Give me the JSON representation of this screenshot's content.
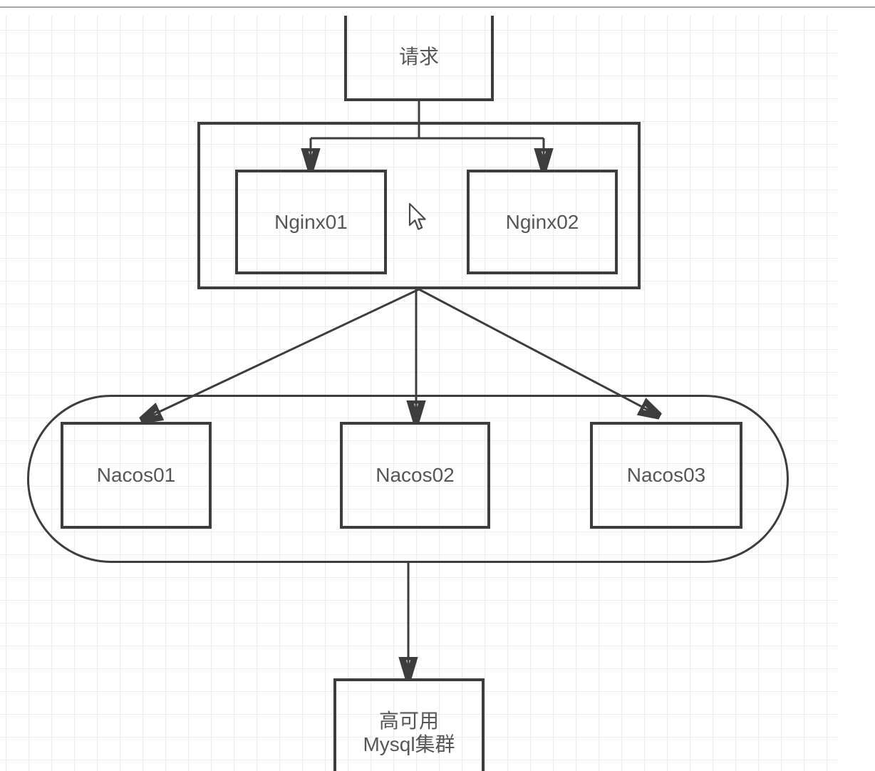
{
  "diagram": {
    "request": {
      "label": "请求"
    },
    "nginx_cluster": {
      "nodes": [
        {
          "label": "Nginx01"
        },
        {
          "label": "Nginx02"
        }
      ]
    },
    "nacos_cluster": {
      "nodes": [
        {
          "label": "Nacos01"
        },
        {
          "label": "Nacos02"
        },
        {
          "label": "Nacos03"
        }
      ]
    },
    "mysql": {
      "label_line1": "高可用",
      "label_line2": "Mysql集群"
    },
    "edges": [
      {
        "from": "request",
        "to": "Nginx01"
      },
      {
        "from": "request",
        "to": "Nginx02"
      },
      {
        "from": "nginx_cluster",
        "to": "Nacos01"
      },
      {
        "from": "nginx_cluster",
        "to": "Nacos02"
      },
      {
        "from": "nginx_cluster",
        "to": "Nacos03"
      },
      {
        "from": "nacos_cluster",
        "to": "mysql"
      }
    ]
  },
  "colors": {
    "stroke": "#3d3d3d",
    "text": "#565656",
    "grid": "#ececec",
    "canvas_bg": "#ffffff",
    "frame_line": "#a8a8a8"
  }
}
